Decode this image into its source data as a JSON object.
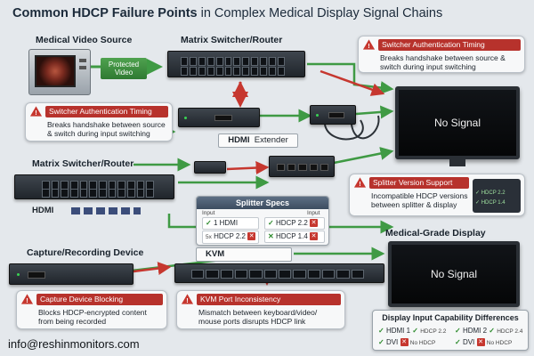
{
  "title": {
    "bold": "Common HDCP Failure Points",
    "rest": " in Complex Medical Display Signal Chains"
  },
  "labels": {
    "medical_video_source": "Medical Video Source",
    "matrix_switcher_top": "Matrix Switcher/Router",
    "matrix_switcher_mid": "Matrix Switcher/Router",
    "capture_recording": "Capture/Recording Device",
    "medical_grade_display": "Medical-Grade Display",
    "protected_video": "Protected Video",
    "hdmi_extender_hdmi": "HDMI",
    "hdmi_extender_text": "Extender",
    "hdmi_mid": "HDMI",
    "kvm": "KVM"
  },
  "monitors": {
    "top": "No Signal",
    "bottom": "No Signal"
  },
  "callouts": {
    "switcher_top": {
      "title": "Switcher Authentication Timing",
      "body": "Breaks handshake between source & switch during input switching"
    },
    "switcher_left": {
      "title": "Switcher Authentication Timing",
      "body": "Breaks handshake between source & switch during input switching"
    },
    "splitter_version": {
      "title": "Splitter Version Support",
      "body": "Incompatible HDCP versions between splitter & display",
      "mini": [
        "HDCP 2.2",
        "HDCP 1.4"
      ]
    },
    "capture_blocking": {
      "title": "Capture Device Blocking",
      "body": "Blocks HDCP-encrypted content from being recorded"
    },
    "kvm_inconsistency": {
      "title": "KVM Port Inconsistency",
      "body": "Mismatch between keyboard/video/ mouse ports disrupts HDCP link"
    }
  },
  "splitter_specs": {
    "title": "Splitter Specs",
    "in_label": "Input",
    "out_label": "Input",
    "rows": [
      {
        "left": "1 HDMI",
        "right": "HDCP 2.2"
      },
      {
        "left": "HDCP 2.2",
        "right": "HDCP 1.4"
      }
    ]
  },
  "display_capability": {
    "title": "Display Input Capability Differences",
    "left": [
      {
        "port": "HDMI 1",
        "hdcp": "HDCP 2.2"
      },
      {
        "port": "DVI",
        "hdcp": "No HDCP"
      }
    ],
    "right": [
      {
        "port": "HDMI 2",
        "hdcp": "HDCP 2.4"
      },
      {
        "port": "DVI",
        "hdcp": "No HDCP"
      }
    ]
  },
  "email": "info@reshinmonitors.com",
  "colors": {
    "alert_red": "#b7322c",
    "signal_green": "#3f9a44",
    "panel_blue": "#3d4d60"
  }
}
